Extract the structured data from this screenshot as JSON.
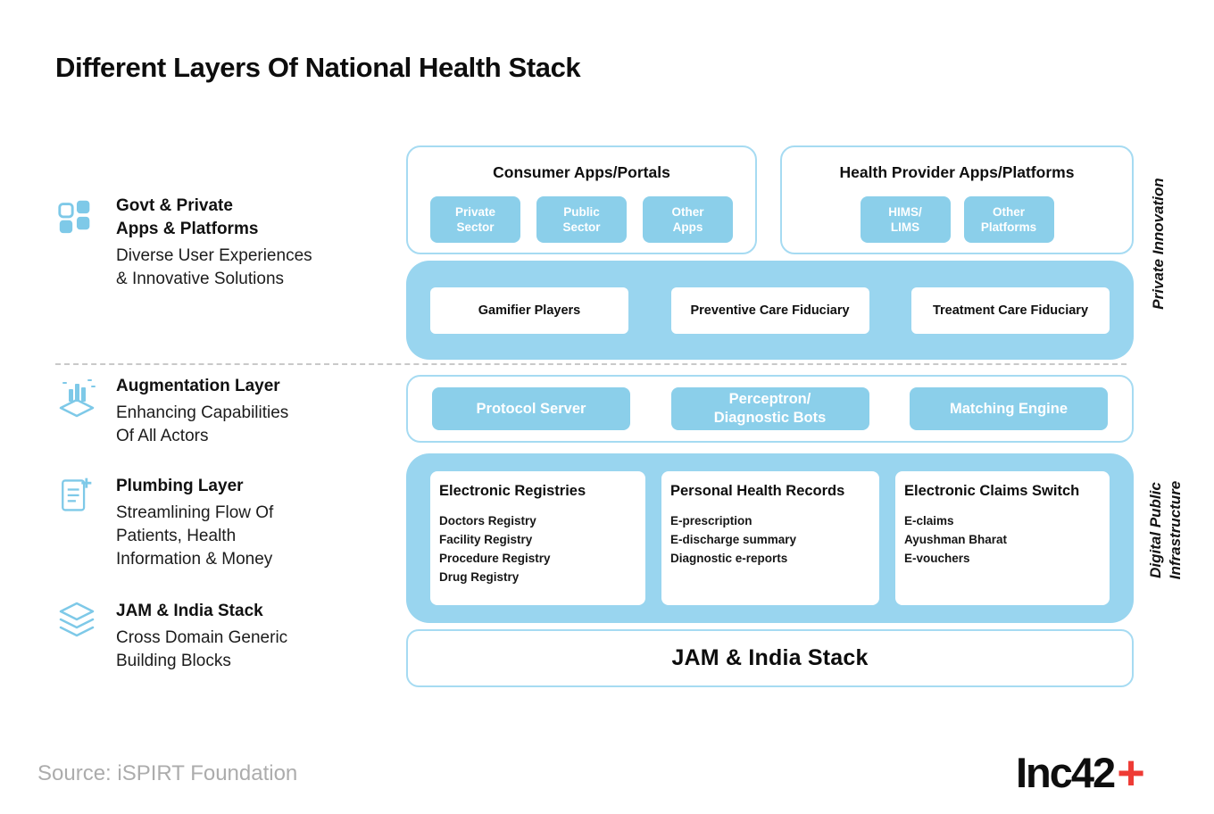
{
  "header": {
    "title": "Different Layers Of National Health Stack"
  },
  "legend": [
    {
      "icon": "apps-grid-icon",
      "title_lines": [
        "Govt & Private",
        "Apps & Platforms"
      ],
      "desc_lines": [
        "Diverse User Experiences",
        "& Innovative Solutions"
      ]
    },
    {
      "icon": "augmentation-icon",
      "title_lines": [
        "Augmentation Layer"
      ],
      "desc_lines": [
        "Enhancing Capabilities",
        "Of All Actors"
      ]
    },
    {
      "icon": "plumbing-document-icon",
      "title_lines": [
        "Plumbing Layer"
      ],
      "desc_lines": [
        "Streamlining Flow Of",
        "Patients, Health",
        "Information & Money"
      ]
    },
    {
      "icon": "layers-stack-icon",
      "title_lines": [
        "JAM & India Stack"
      ],
      "desc_lines": [
        "Cross Domain Generic",
        "Building Blocks"
      ]
    }
  ],
  "diagram": {
    "consumer_box": {
      "title": "Consumer Apps/Portals",
      "chips": [
        {
          "lines": [
            "Private",
            "Sector"
          ]
        },
        {
          "lines": [
            "Public",
            "Sector"
          ]
        },
        {
          "lines": [
            "Other",
            "Apps"
          ]
        }
      ]
    },
    "provider_box": {
      "title": "Health Provider Apps/Platforms",
      "chips": [
        {
          "lines": [
            "HIMS/",
            "LIMS"
          ]
        },
        {
          "lines": [
            "Other",
            "Platforms"
          ]
        }
      ]
    },
    "fiduciary_row": [
      "Gamifier Players",
      "Preventive Care Fiduciary",
      "Treatment Care Fiduciary"
    ],
    "augmentation_row": [
      {
        "lines": [
          "Protocol Server"
        ]
      },
      {
        "lines": [
          "Perceptron/",
          "Diagnostic Bots"
        ]
      },
      {
        "lines": [
          "Matching Engine"
        ]
      }
    ],
    "infrastructure_cards": [
      {
        "title": "Electronic Registries",
        "items": [
          "Doctors Registry",
          "Facility Registry",
          "Procedure Registry",
          "Drug Registry"
        ]
      },
      {
        "title": "Personal Health Records",
        "items": [
          "E-prescription",
          "E-discharge summary",
          "Diagnostic e-reports"
        ]
      },
      {
        "title": "Electronic Claims Switch",
        "items": [
          "E-claims",
          "Ayushman Bharat",
          "E-vouchers"
        ]
      }
    ],
    "jam_banner": "JAM & India Stack",
    "side_labels": {
      "private_innovation": "Private Innovation",
      "digital_public_lines": [
        "Digital Public",
        "Infrastructure"
      ]
    }
  },
  "footer": {
    "source": "Source: iSPIRT Foundation",
    "logo_text": "Inc42",
    "logo_plus": "+"
  },
  "colors": {
    "chip_blue": "#8BCFEA",
    "container_blue": "#99D5EF",
    "outline_blue": "#A6DBF2",
    "icon_blue": "#7EC9E8",
    "text_dark": "#141414",
    "source_gray": "#ACACAC",
    "logo_red": "#EE3B35"
  }
}
